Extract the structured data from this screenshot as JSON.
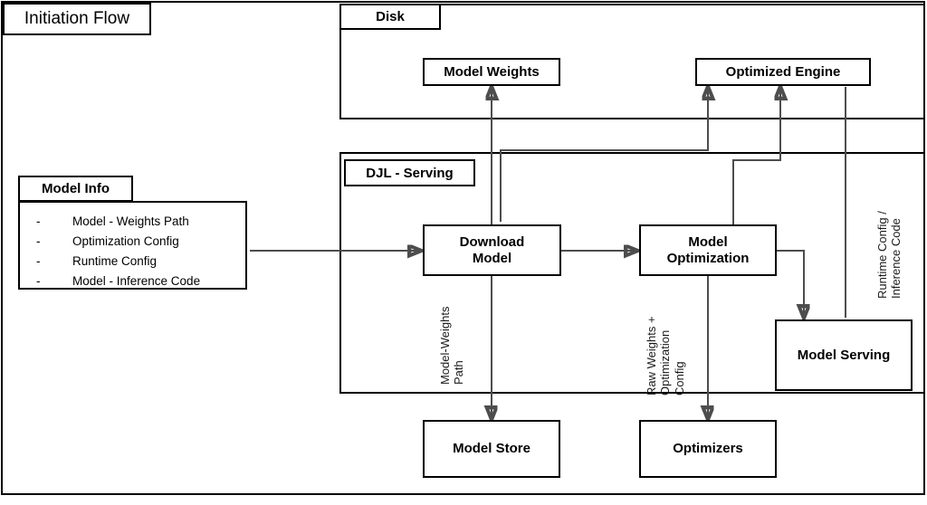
{
  "diagram": {
    "title": "Initiation Flow",
    "type": "flowchart"
  },
  "containers": [
    {
      "name": "disk",
      "label": "Disk"
    },
    {
      "name": "djl-serving",
      "label": "DJL - Serving"
    }
  ],
  "nodes": {
    "model_info": {
      "title": "Model Info",
      "items": [
        "Model - Weights Path",
        "Optimization Config",
        "Runtime Config",
        "Model - Inference Code"
      ],
      "bullet": "-"
    },
    "model_weights": "Model Weights",
    "optimized_engine": "Optimized Engine",
    "download_model": "Download\nModel",
    "download_model_line1": "Download",
    "download_model_line2": "Model",
    "model_optimization_line1": "Model",
    "model_optimization_line2": "Optimization",
    "model_serving": "Model Serving",
    "model_store": "Model Store",
    "optimizers": "Optimizers"
  },
  "edge_labels": {
    "model_weights_path": "Model-Weights\nPath",
    "raw_weights_optimization_config": "Raw Weights +\nOptimization\nConfig",
    "runtime_config_inference_code": "Runtime Config /\nInference Code"
  },
  "colors": {
    "stroke": "#000000",
    "edge": "#4d4d4d",
    "background": "#ffffff",
    "text": "#000000"
  }
}
